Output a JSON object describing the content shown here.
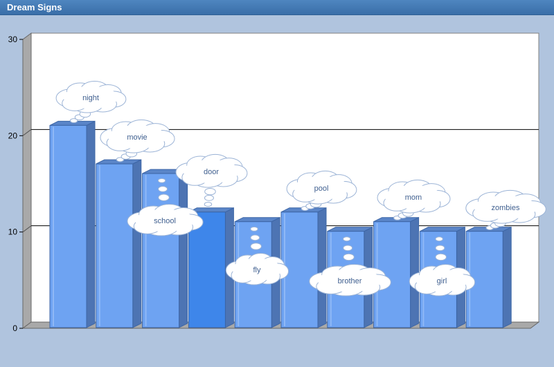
{
  "window": {
    "title": "Dream Signs"
  },
  "colors": {
    "bar_front": "#6ea3f2",
    "bar_front_highlight": "#3e86ea",
    "bar_side": "#4d74b3",
    "bar_top": "#5a85c8",
    "bar_outline": "#3d66a6",
    "plot_bg": "#ffffff",
    "wall": "#a9a9a9",
    "label_text": "#3f5f8f"
  },
  "chart_data": {
    "type": "bar",
    "title": "",
    "xlabel": "",
    "ylabel": "",
    "ylim": [
      0,
      30
    ],
    "yticks": [
      0,
      10,
      20,
      30
    ],
    "grid": true,
    "categories": [
      "night",
      "movie",
      "school",
      "door",
      "fly",
      "pool",
      "brother",
      "mom",
      "girl",
      "zombies"
    ],
    "values": [
      21,
      17,
      16,
      12,
      11,
      12,
      10,
      11,
      10,
      10
    ],
    "highlighted": "door",
    "label_style": "thought-bubble"
  }
}
